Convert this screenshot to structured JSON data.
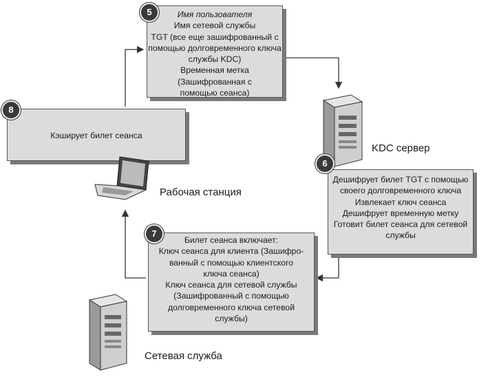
{
  "steps": {
    "s5": {
      "number": "5",
      "lines": [
        "Имя пользователя",
        "Имя сетевой службы",
        "TGT (все еще зашифрованный с",
        "помощью долговременного ключа",
        "службы KDC)",
        "Временная метка (Зашифрованная с",
        "помощью сеанса)"
      ]
    },
    "s6": {
      "number": "6",
      "lines": [
        "Дешифрует билет TGT с помощью",
        "своего долговременного ключа",
        "Извлекает ключ сеанса",
        "Дешифрует временную метку",
        "Готовит билет сеанса для сетевой",
        "службы"
      ]
    },
    "s7": {
      "number": "7",
      "lines": [
        "Билет сеанса включает:",
        "Ключ сеанса для клиента (Зашифро-",
        "ванный с помощью клиентского",
        "ключа сеанса)",
        "Ключ сеанса для сетевой службы",
        "(Зашифрованный с помощью",
        "долговременного ключа сетевой",
        "службы)"
      ]
    },
    "s8": {
      "number": "8",
      "lines": [
        "Кэширует билет сеанса"
      ]
    }
  },
  "labels": {
    "kdc": "KDC сервер",
    "workstation": "Рабочая станция",
    "network_service": "Сетевая служба"
  },
  "icons": {
    "kdc_server": "server-tower-icon",
    "workstation": "laptop-icon",
    "network_service": "server-tower-icon"
  },
  "colors": {
    "box_fill": "#dcdcdc",
    "badge_fill": "#3a3a3a"
  }
}
